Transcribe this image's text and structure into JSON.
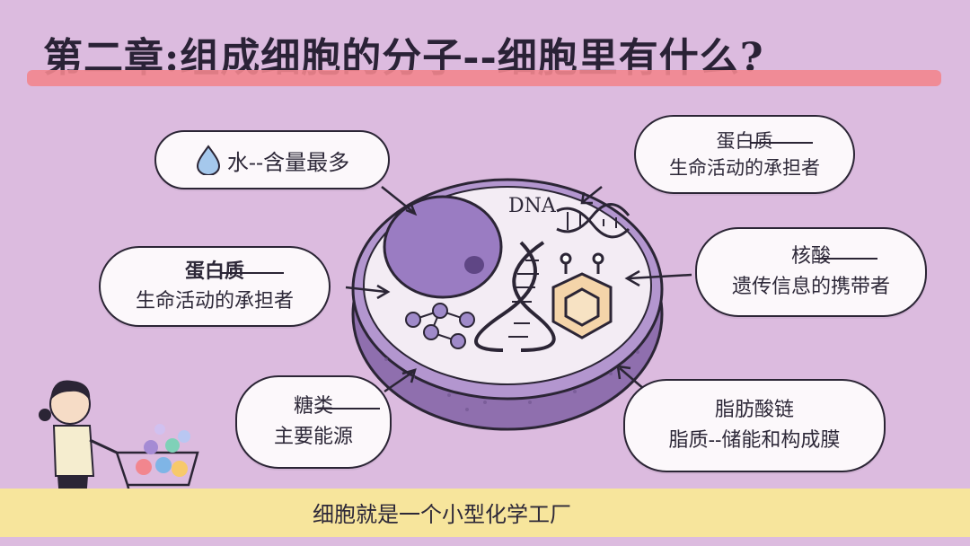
{
  "title": "第二章:组成细胞的分子--细胞里有什么?",
  "bubbles": {
    "water": "水--含量最多",
    "protein_top_1": "蛋白质",
    "protein_top_2": "生命活动的承担者",
    "protein_left_1": "蛋白质",
    "protein_left_2": "生命活动的承担者",
    "nucleic_1": "核酸",
    "nucleic_2": "遗传信息的携带者",
    "sugar_1": "糖类",
    "sugar_2": "主要能源",
    "lipid_1": "脂肪酸链",
    "lipid_2": "脂质--储能和构成膜"
  },
  "cell": {
    "dna_label": "DNA"
  },
  "footer": "细胞就是一个小型化学工厂",
  "colors": {
    "background": "#dcbbdf",
    "title_underline": "#f2868e",
    "footer_band": "#f7e59c",
    "cell_membrane": "#9c7db8",
    "nucleus": "#9a7cc2"
  }
}
